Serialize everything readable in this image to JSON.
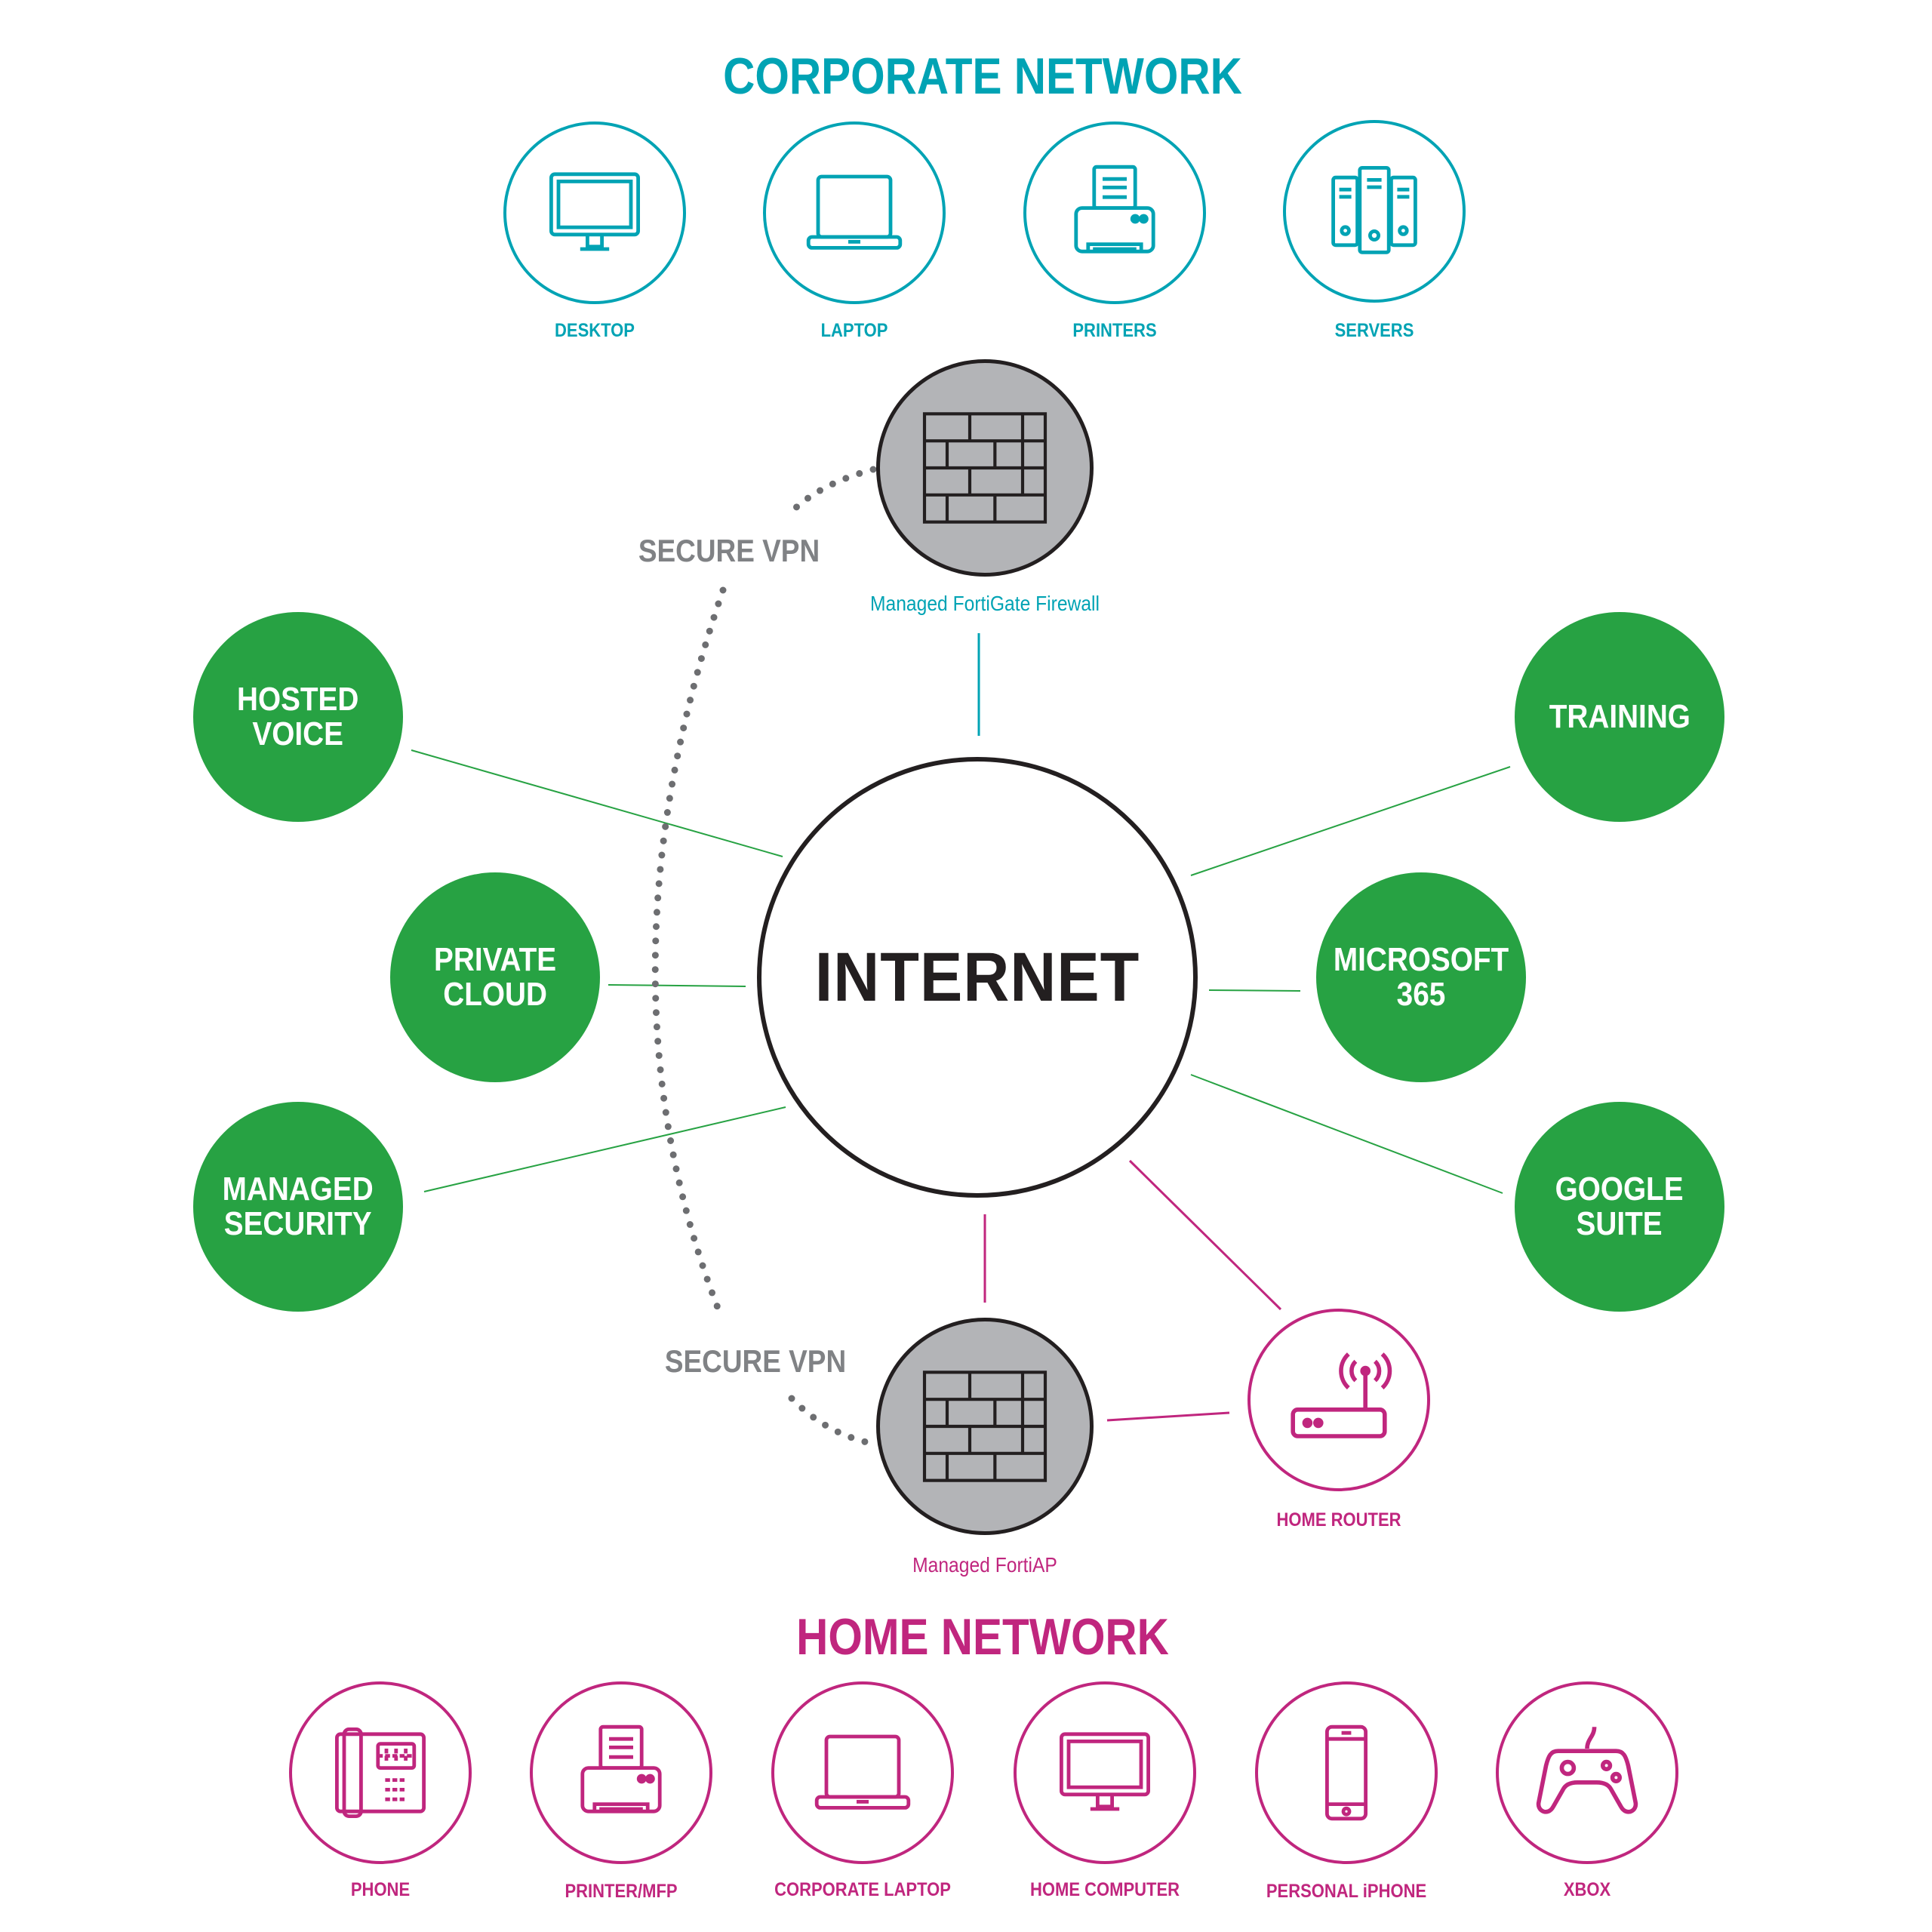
{
  "corporate": {
    "title": "CORPORATE NETWORK",
    "devices": [
      {
        "label": "DESKTOP",
        "icon": "desktop-icon"
      },
      {
        "label": "LAPTOP",
        "icon": "laptop-icon"
      },
      {
        "label": "PRINTERS",
        "icon": "printer-icon"
      },
      {
        "label": "SERVERS",
        "icon": "servers-icon"
      }
    ]
  },
  "firewall_top": {
    "label": "Managed FortiGate Firewall",
    "icon": "firewall-icon"
  },
  "firewall_bottom": {
    "label": "Managed FortiAP",
    "icon": "firewall-icon"
  },
  "vpn": {
    "top": "SECURE VPN",
    "bottom": "SECURE VPN"
  },
  "internet": {
    "label": "INTERNET"
  },
  "services": {
    "hosted_voice": "HOSTED\nVOICE",
    "private_cloud": "PRIVATE\nCLOUD",
    "managed_security": "MANAGED\nSECURITY",
    "training": "TRAINING",
    "microsoft": "MICROSOFT\n365",
    "google": "GOOGLE\nSUITE"
  },
  "home_router": {
    "label": "HOME ROUTER",
    "icon": "router-icon"
  },
  "home": {
    "title": "HOME NETWORK",
    "devices": [
      {
        "label": "PHONE",
        "icon": "desk-phone-icon"
      },
      {
        "label": "PRINTER/MFP",
        "icon": "printer-icon"
      },
      {
        "label": "CORPORATE LAPTOP",
        "icon": "laptop-icon"
      },
      {
        "label": "HOME COMPUTER",
        "icon": "desktop-icon"
      },
      {
        "label": "PERSONAL iPHONE",
        "icon": "smartphone-icon"
      },
      {
        "label": "XBOX",
        "icon": "gamepad-icon"
      }
    ]
  },
  "colors": {
    "corporate": "#00a3b4",
    "service": "#27a243",
    "home": "#c0267e",
    "firewall": "#b3b4b7",
    "vpn": "#808285"
  }
}
